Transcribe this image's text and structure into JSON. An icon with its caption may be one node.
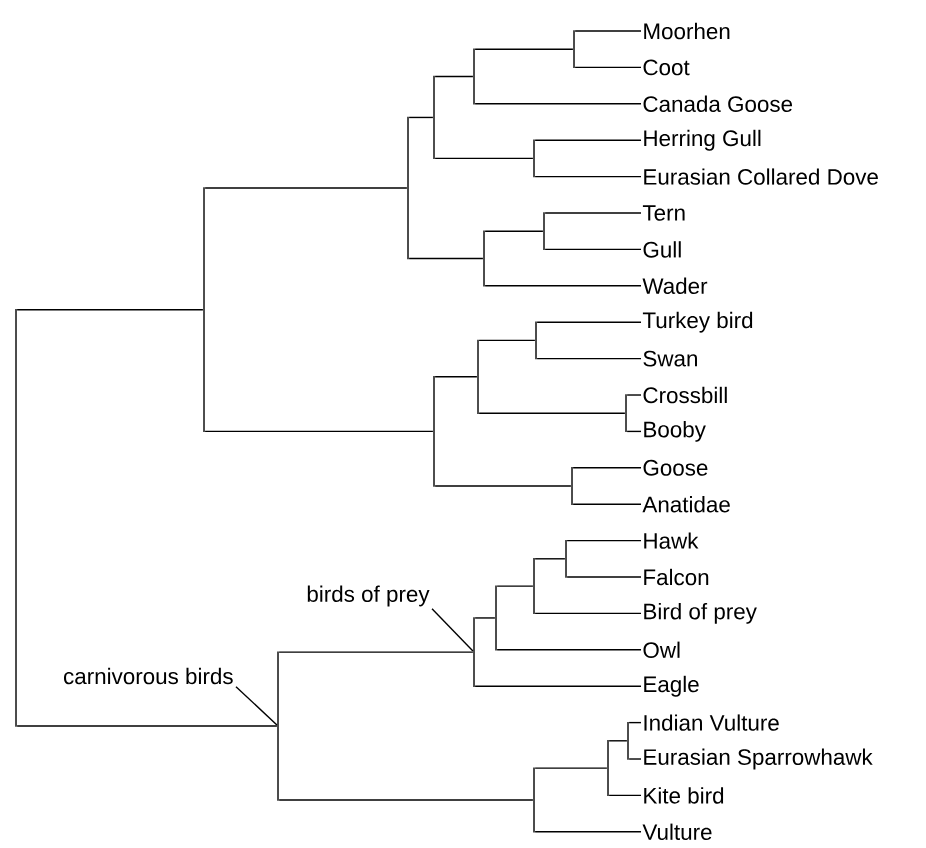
{
  "diagram": {
    "nodes": [
      {
        "text": [
          "Moorhen"
        ]
      },
      {
        "text": [
          "Coot"
        ]
      },
      {
        "text": [
          "Canada Goose"
        ]
      },
      {
        "text": [
          "Herring Gull"
        ]
      },
      {
        "text": [
          "Eurasian Collared Dove"
        ]
      },
      {
        "text": [
          "Tern"
        ]
      },
      {
        "text": [
          "Gull"
        ]
      },
      {
        "text": [
          "Wader"
        ]
      },
      {
        "text": [
          "Turkey bird"
        ]
      },
      {
        "text": [
          "Swan"
        ]
      },
      {
        "text": [
          "Crossbill"
        ]
      },
      {
        "text": [
          "Booby"
        ]
      },
      {
        "text": [
          "Goose"
        ]
      },
      {
        "text": [
          "Anatidae"
        ]
      },
      {
        "text": [
          "Hawk"
        ]
      },
      {
        "text": [
          "Falcon"
        ]
      },
      {
        "text": [
          "Bird of prey"
        ]
      },
      {
        "text": [
          "Owl"
        ]
      },
      {
        "text": [
          "Eagle"
        ]
      },
      {
        "text": [
          "Indian Vulture"
        ]
      },
      {
        "text": [
          "Eurasian Sparrowhawk"
        ]
      },
      {
        "text": [
          "Kite bird"
        ]
      },
      {
        "text": [
          "Vulture"
        ]
      },
      {
        "text": [
          "birds of prey"
        ]
      },
      {
        "text": [
          "carnivorous birds"
        ]
      },
      {
        "text": [],
        "shape": "bar"
      },
      {
        "text": [],
        "shape": "bar"
      },
      {
        "text": [],
        "shape": "bar"
      },
      {
        "text": [],
        "shape": "bar"
      },
      {
        "text": [],
        "shape": "bar"
      },
      {
        "text": [],
        "shape": "bar"
      },
      {
        "text": [],
        "shape": "bar"
      },
      {
        "text": [],
        "shape": "bar"
      },
      {
        "text": [],
        "shape": "bar"
      },
      {
        "text": [],
        "shape": "bar"
      },
      {
        "text": [],
        "shape": "bar"
      },
      {
        "text": [],
        "shape": "bar"
      },
      {
        "text": [],
        "shape": "bar"
      },
      {
        "text": [],
        "shape": "bar"
      },
      {
        "text": [],
        "shape": "bar"
      },
      {
        "text": [],
        "shape": "bar"
      },
      {
        "text": [],
        "shape": "bar"
      },
      {
        "text": [],
        "shape": "bar"
      },
      {
        "text": [],
        "shape": "bar"
      },
      {
        "text": [],
        "shape": "bar"
      },
      {
        "text": [],
        "shape": "bar"
      },
      {
        "text": [],
        "shape": "bar"
      }
    ],
    "edges": [
      {
        "from": 25,
        "to": 26,
        "arrow": "none"
      },
      {
        "from": 25,
        "to": 39,
        "arrow": "none"
      },
      {
        "from": 26,
        "to": 27,
        "arrow": "none"
      },
      {
        "from": 26,
        "to": 34,
        "arrow": "none"
      },
      {
        "from": 27,
        "to": 28,
        "arrow": "none"
      },
      {
        "from": 27,
        "to": 32,
        "arrow": "none"
      },
      {
        "from": 28,
        "to": 29,
        "arrow": "none"
      },
      {
        "from": 28,
        "to": 31,
        "arrow": "none"
      },
      {
        "from": 29,
        "to": 30,
        "arrow": "none"
      },
      {
        "from": 29,
        "to": 2,
        "arrow": "none"
      },
      {
        "from": 30,
        "to": 0,
        "arrow": "none"
      },
      {
        "from": 30,
        "to": 1,
        "arrow": "none"
      },
      {
        "from": 31,
        "to": 3,
        "arrow": "none"
      },
      {
        "from": 31,
        "to": 4,
        "arrow": "none"
      },
      {
        "from": 32,
        "to": 33,
        "arrow": "none"
      },
      {
        "from": 32,
        "to": 7,
        "arrow": "none"
      },
      {
        "from": 33,
        "to": 5,
        "arrow": "none"
      },
      {
        "from": 33,
        "to": 6,
        "arrow": "none"
      },
      {
        "from": 34,
        "to": 35,
        "arrow": "none"
      },
      {
        "from": 34,
        "to": 38,
        "arrow": "none"
      },
      {
        "from": 35,
        "to": 36,
        "arrow": "none"
      },
      {
        "from": 35,
        "to": 37,
        "arrow": "none"
      },
      {
        "from": 36,
        "to": 8,
        "arrow": "none"
      },
      {
        "from": 36,
        "to": 9,
        "arrow": "none"
      },
      {
        "from": 37,
        "to": 10,
        "arrow": "none"
      },
      {
        "from": 37,
        "to": 11,
        "arrow": "none"
      },
      {
        "from": 38,
        "to": 12,
        "arrow": "none"
      },
      {
        "from": 38,
        "to": 13,
        "arrow": "none"
      },
      {
        "from": 39,
        "to": 40,
        "arrow": "none"
      },
      {
        "from": 39,
        "to": 44,
        "arrow": "none"
      },
      {
        "from": 40,
        "to": 41,
        "arrow": "none"
      },
      {
        "from": 40,
        "to": 18,
        "arrow": "none"
      },
      {
        "from": 41,
        "to": 42,
        "arrow": "none"
      },
      {
        "from": 41,
        "to": 17,
        "arrow": "none"
      },
      {
        "from": 42,
        "to": 43,
        "arrow": "none"
      },
      {
        "from": 42,
        "to": 16,
        "arrow": "none"
      },
      {
        "from": 43,
        "to": 14,
        "arrow": "none"
      },
      {
        "from": 43,
        "to": 15,
        "arrow": "none"
      },
      {
        "from": 44,
        "to": 45,
        "arrow": "none"
      },
      {
        "from": 44,
        "to": 22,
        "arrow": "none"
      },
      {
        "from": 45,
        "to": 46,
        "arrow": "none"
      },
      {
        "from": 45,
        "to": 21,
        "arrow": "none"
      },
      {
        "from": 46,
        "to": 19,
        "arrow": "none"
      },
      {
        "from": 46,
        "to": 20,
        "arrow": "none"
      },
      {
        "from": 23,
        "to": 40,
        "arrow": "none"
      },
      {
        "from": 24,
        "to": 39,
        "arrow": "none"
      }
    ]
  }
}
